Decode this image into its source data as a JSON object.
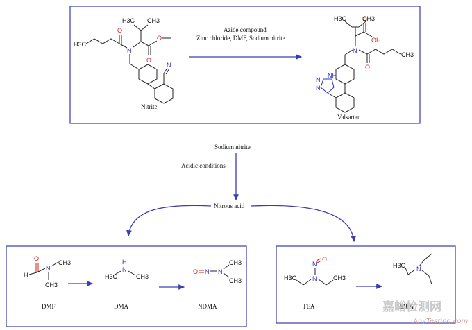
{
  "synthesis": {
    "reagent_line1": "Azide compound",
    "reagent_line2": "Zinc chloride, DMF, Sodium nitrite",
    "start_label": "Nitrite",
    "product_label": "Valsartan"
  },
  "pathway": {
    "reagent": "Sodium nitrite",
    "conditions": "Acidic conditions",
    "intermediate": "Nitrous acid"
  },
  "left_panel": {
    "dmf": "DMF",
    "dma": "DMA",
    "ndma": "NDMA"
  },
  "right_panel": {
    "tea": "TEA",
    "ndea": "NDEA"
  },
  "atoms": {
    "h3c": "H3C",
    "ch3": "CH3",
    "o": "O",
    "n": "N",
    "h": "H",
    "oh": "OH",
    "nh": "NH",
    "tetrazole_n": "N",
    "tetrazole_nh": "N",
    "n_eq": "N",
    "cn": "N"
  },
  "watermark": {
    "cn_text": "嘉峪检测网",
    "en_text": "AnyTesting.com"
  }
}
